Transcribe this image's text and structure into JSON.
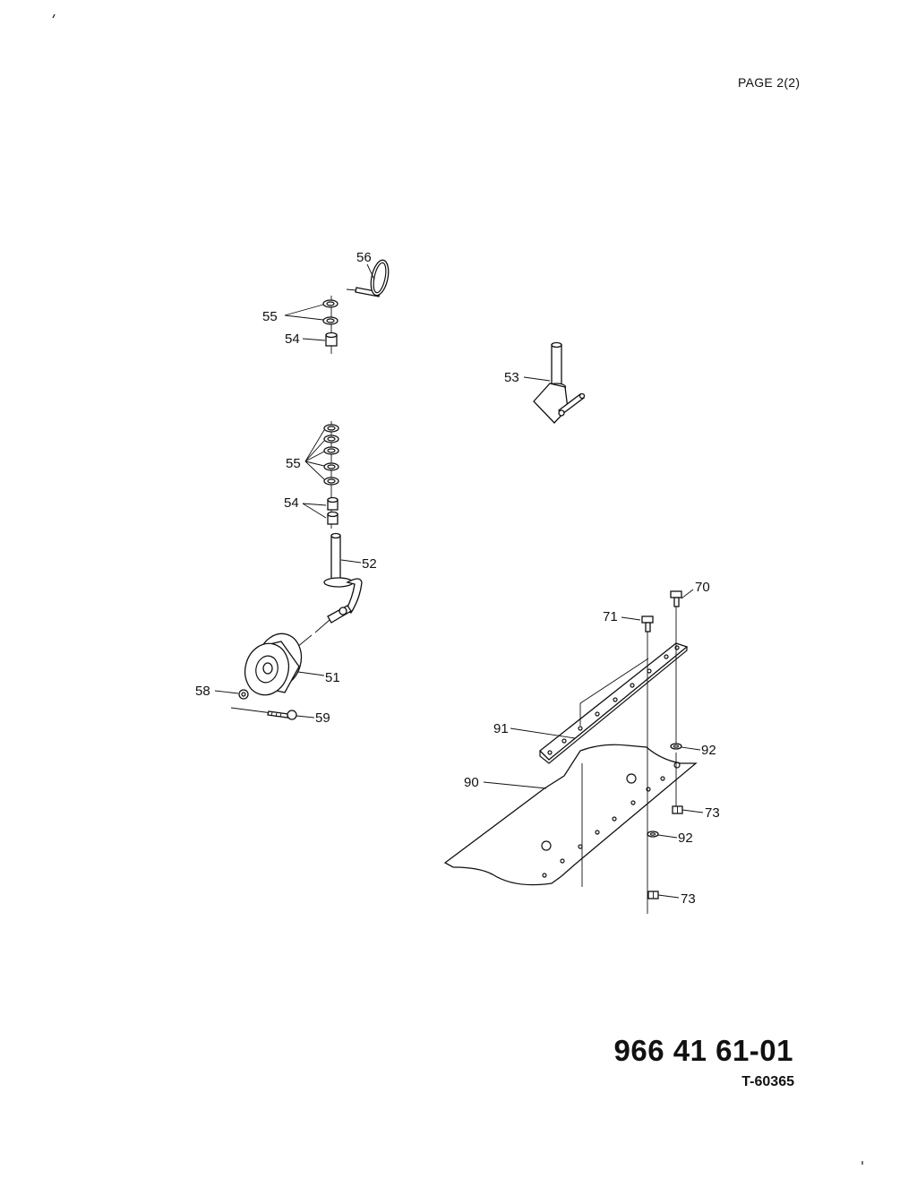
{
  "header": {
    "page_label": "PAGE 2(2)"
  },
  "footer": {
    "part_number": "966 41 61-01",
    "drawing_code": "T-60365"
  },
  "callouts": {
    "c51": "51",
    "c52": "52",
    "c53": "53",
    "c54a": "54",
    "c54b": "54",
    "c55a": "55",
    "c55b": "55",
    "c56": "56",
    "c58": "58",
    "c59": "59",
    "c70": "70",
    "c71": "71",
    "c73a": "73",
    "c73b": "73",
    "c90": "90",
    "c91": "91",
    "c92a": "92",
    "c92b": "92"
  }
}
